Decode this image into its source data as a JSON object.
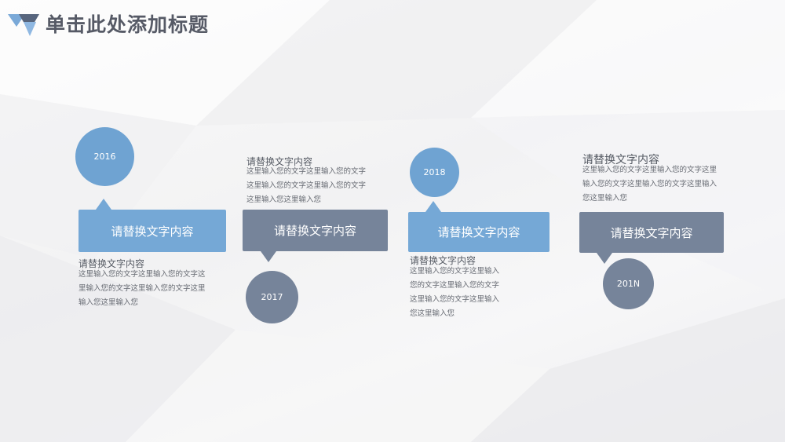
{
  "title": "单击此处添加标题",
  "colors": {
    "blue": "#6fa3d2",
    "slate": "#76849a",
    "title": "#565a66"
  },
  "items": [
    {
      "year": "2016",
      "label": "请替换文字内容",
      "heading": "请替换文字内容",
      "body": "这里输入您的文字这里输入您的文字这里输入您的文字这里输入您的文字这里输入您这里输入您"
    },
    {
      "year": "2017",
      "label": "请替换文字内容",
      "heading": "请替换文字内容",
      "body": "这里输入您的文字这里输入您的文字这里输入您的文字这里输入您的文字这里输入您这里输入您"
    },
    {
      "year": "2018",
      "label": "请替换文字内容",
      "heading": "请替换文字内容",
      "body": "这里输入您的文字这里输入您的文字这里输入您的文字这里输入您的文字这里输入您这里输入您"
    },
    {
      "year": "201N",
      "label": "请替换文字内容",
      "heading": "请替换文字内容",
      "body": "这里输入您的文字这里输入您的文字这里输入您的文字这里输入您的文字这里输入您这里输入您"
    }
  ]
}
